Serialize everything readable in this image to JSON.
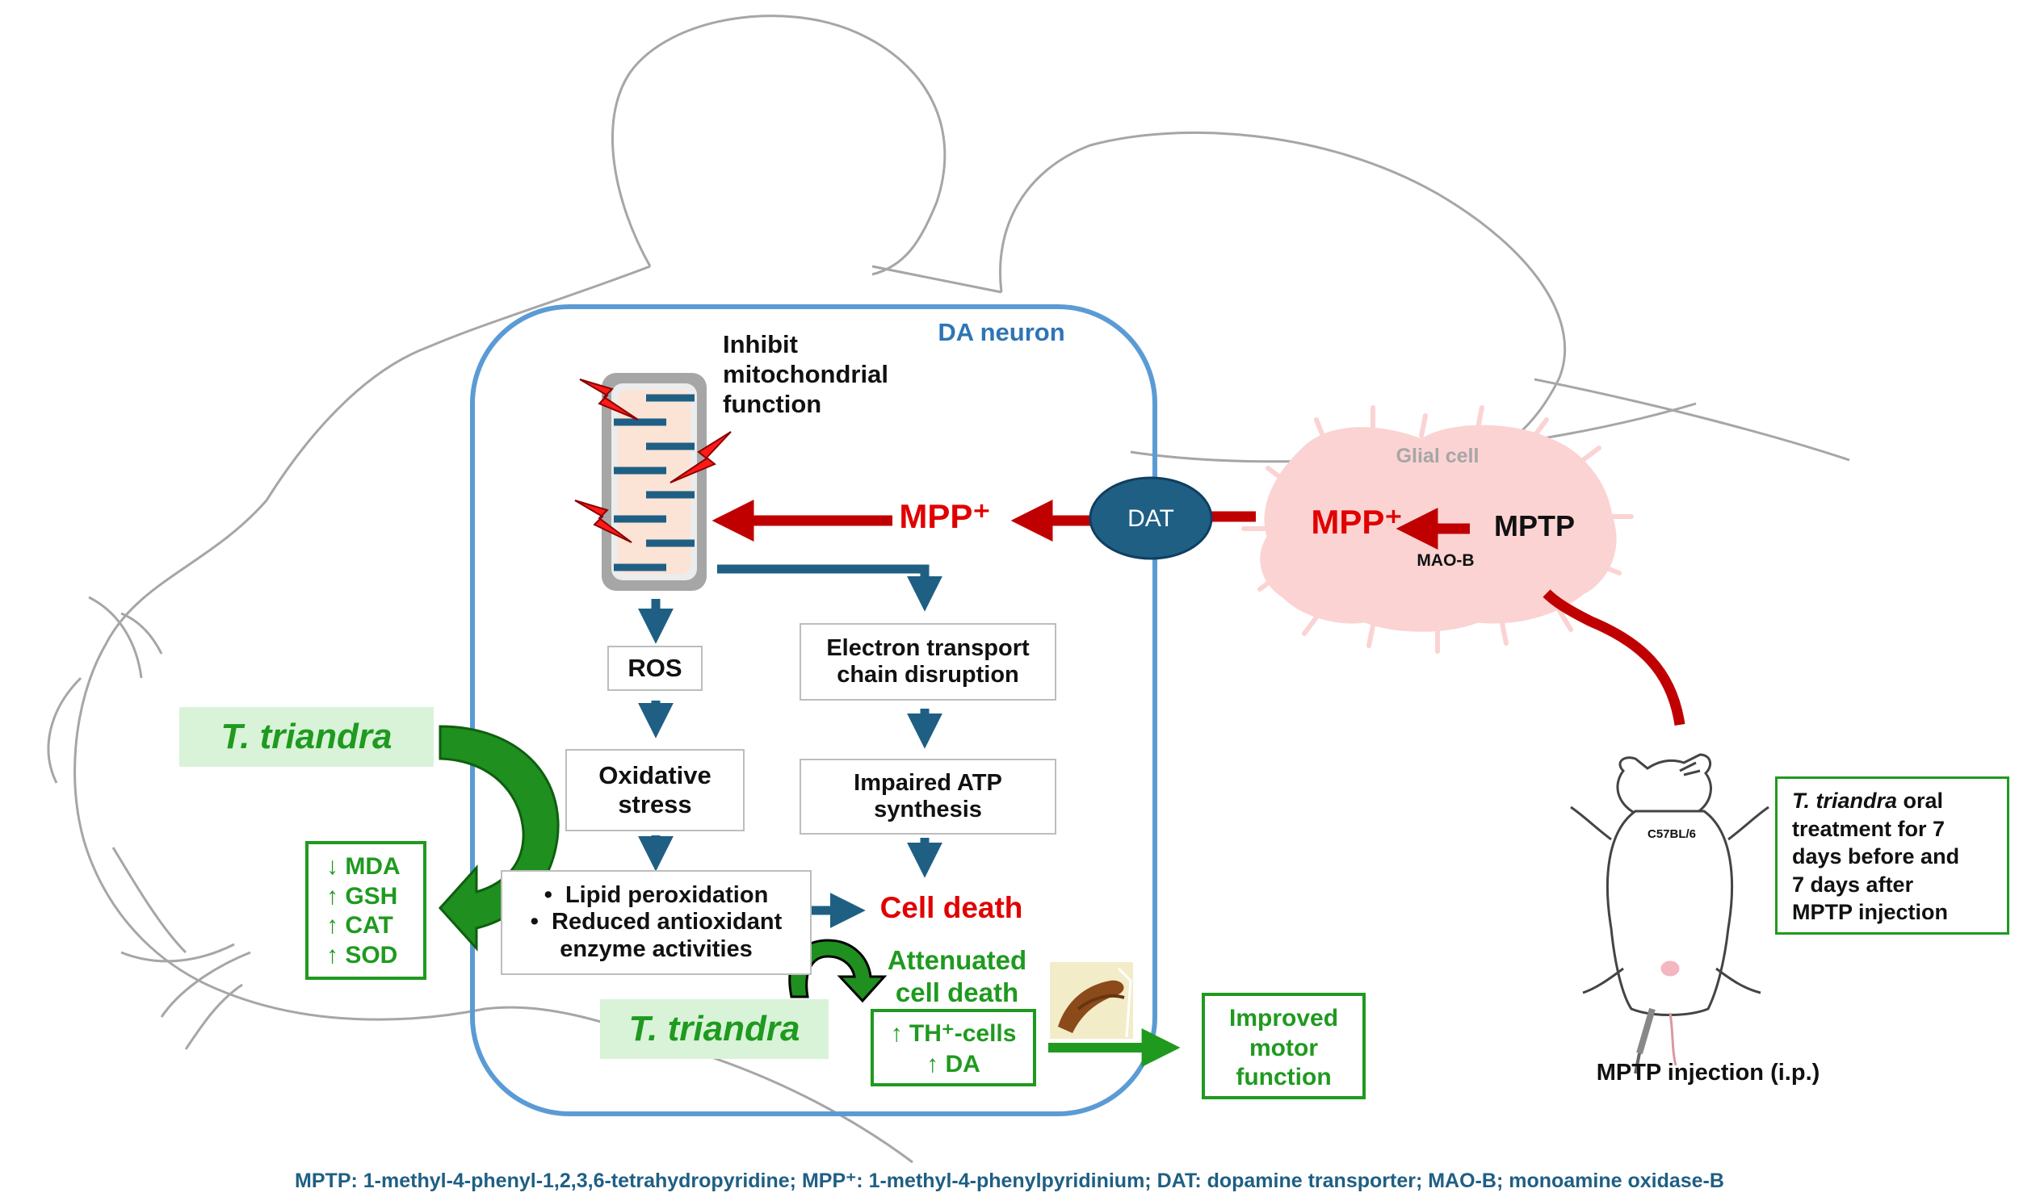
{
  "neuron": {
    "title": "DA neuron"
  },
  "mito": {
    "label_lines": [
      "Inhibit",
      "mitochondrial",
      "function"
    ]
  },
  "glial": {
    "title": "Glial cell",
    "mpp": "MPP⁺",
    "mptp": "MPTP",
    "enzyme": "MAO-B"
  },
  "dat": {
    "label": "DAT"
  },
  "mpp_neuron": "MPP⁺",
  "pathway": {
    "ros": "ROS",
    "oxidative_stress": [
      "Oxidative",
      "stress"
    ],
    "etc": [
      "Electron transport",
      "chain disruption"
    ],
    "atp": [
      "Impaired ATP",
      "synthesis"
    ],
    "lipid": [
      "Lipid peroxidation",
      "Reduced antioxidant",
      "enzyme activities"
    ],
    "cell_death": "Cell death"
  },
  "treatment": {
    "name": "T. triandra",
    "markers": [
      "↓ MDA",
      "↑ GSH",
      "↑ CAT",
      "↑ SOD"
    ],
    "attenuated": [
      "Attenuated",
      "cell death"
    ],
    "th_markers": [
      "↑ TH⁺-cells",
      "↑ DA"
    ],
    "improved": [
      "Improved",
      "motor",
      "function"
    ]
  },
  "mouse": {
    "strain": "C57BL/6",
    "injection": "MPTP injection (i.p.)",
    "oral_name": "T. triandra",
    "oral_lines": [
      " oral",
      "treatment for 7",
      "days before and",
      "7 days after",
      "MPTP injection"
    ]
  },
  "footnote": "MPTP: 1-methyl-4-phenyl-1,2,3,6-tetrahydropyridine; MPP⁺: 1-methyl-4-phenylpyridinium; DAT: dopamine transporter; MAO-B; monoamine oxidase-B",
  "colors": {
    "neuron_border": "#5b9bd5",
    "arrow_blue": "#1f5f84",
    "arrow_red": "#c00000",
    "green": "#1f9a1f",
    "glial_fill": "#fbd3d3",
    "dat_fill": "#1f5f84"
  }
}
